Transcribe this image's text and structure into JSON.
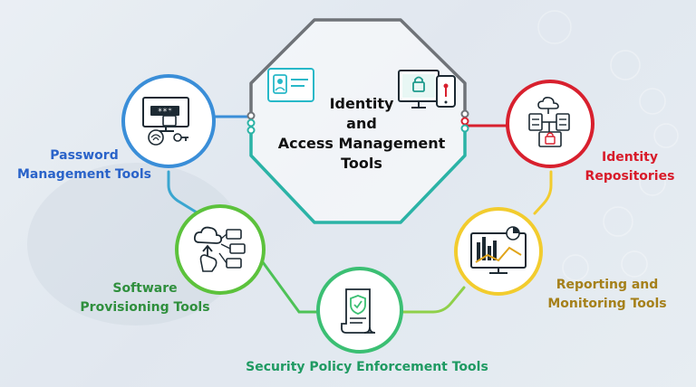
{
  "center": {
    "title_lines": [
      "Identity",
      "and",
      "Access Management",
      "Tools"
    ]
  },
  "nodes": {
    "password": {
      "label_lines": [
        "Password",
        "Management Tools"
      ],
      "color": "#3a8ed8",
      "icon": "password-lock-icon"
    },
    "software": {
      "label_lines": [
        "Software",
        "Provisioning Tools"
      ],
      "color": "#5cc23c",
      "icon": "cloud-provisioning-icon"
    },
    "security": {
      "label": "Security Policy Enforcement Tools",
      "color": "#3bbf73",
      "icon": "policy-document-icon"
    },
    "reporting": {
      "label_lines": [
        "Reporting and",
        "Monitoring Tools"
      ],
      "color": "#f2cc2e",
      "icon": "monitoring-chart-icon"
    },
    "identity": {
      "label_lines": [
        "Identity",
        "Repositories"
      ],
      "color": "#d8202e",
      "icon": "server-repository-icon"
    }
  },
  "colors": {
    "octagon_top": "#6f7378",
    "octagon_bottom": "#2bb3a6",
    "accent_teal": "#27b8c8"
  }
}
